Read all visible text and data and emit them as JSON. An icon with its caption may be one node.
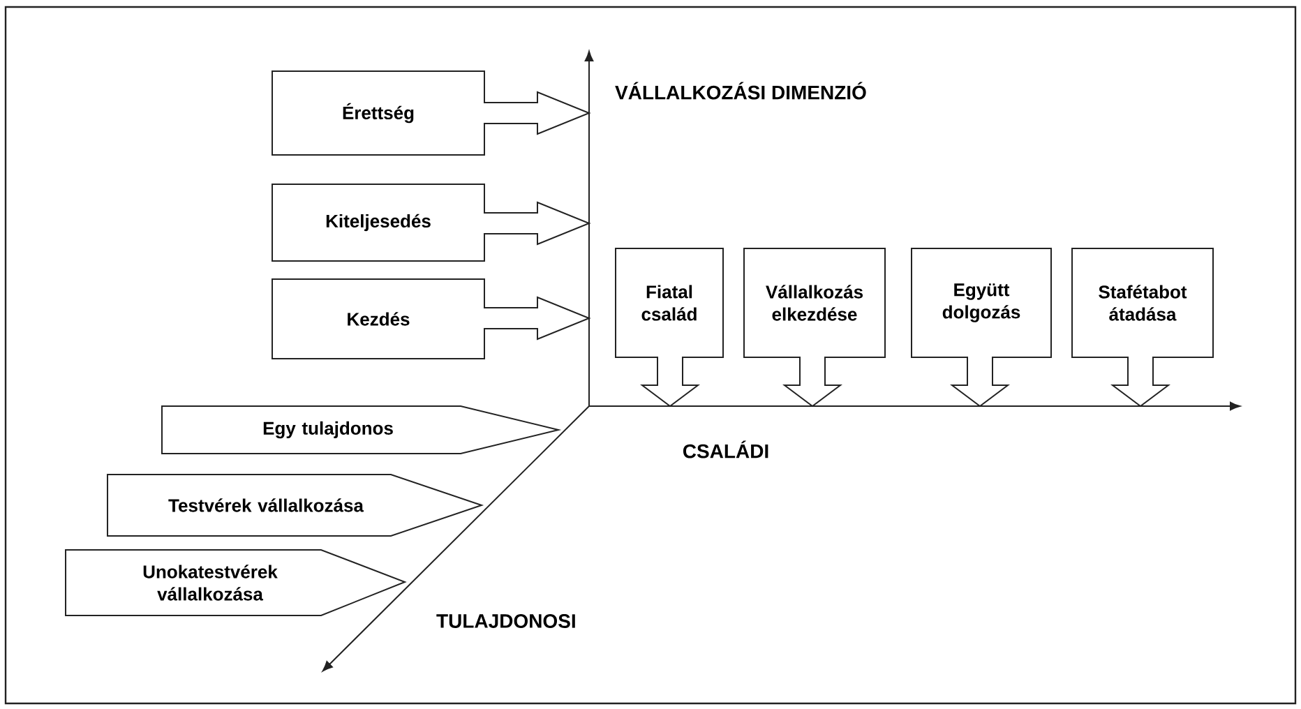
{
  "diagram": {
    "nodes": [
      {
        "text": [
          "Érettség"
        ]
      },
      {
        "text": [
          "Kiteljesedés"
        ]
      },
      {
        "text": [
          "Kezdés"
        ]
      },
      {
        "text": [
          "Fiatal család"
        ]
      },
      {
        "text": [
          "Vállalkozás elkezdése"
        ]
      },
      {
        "text": [
          "Együtt dolgozás"
        ]
      },
      {
        "text": [
          "Stafétabot átadása"
        ]
      },
      {
        "text": [
          "Egy tulajdonos"
        ]
      },
      {
        "text": [
          "Testvérek vállalkozása"
        ]
      },
      {
        "text": [
          "Unokatestvérek vállalkozása"
        ]
      }
    ],
    "labels": [
      "VÁLLALKOZÁSI DIMENZIÓ",
      "CSALÁDI",
      "TULAJDONOSI"
    ]
  }
}
